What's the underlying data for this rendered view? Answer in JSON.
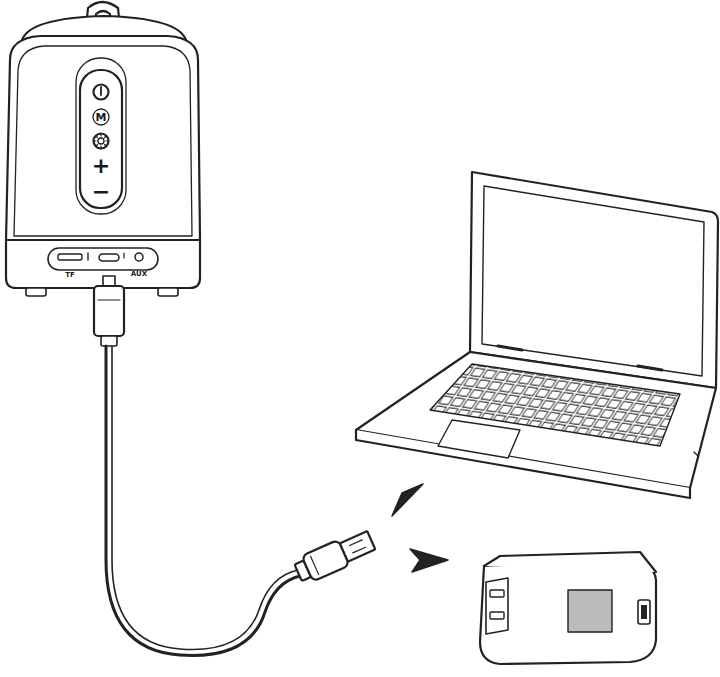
{
  "diagram": {
    "labels": [
      "M",
      "+",
      "−",
      "TF",
      "AUX"
    ]
  }
}
